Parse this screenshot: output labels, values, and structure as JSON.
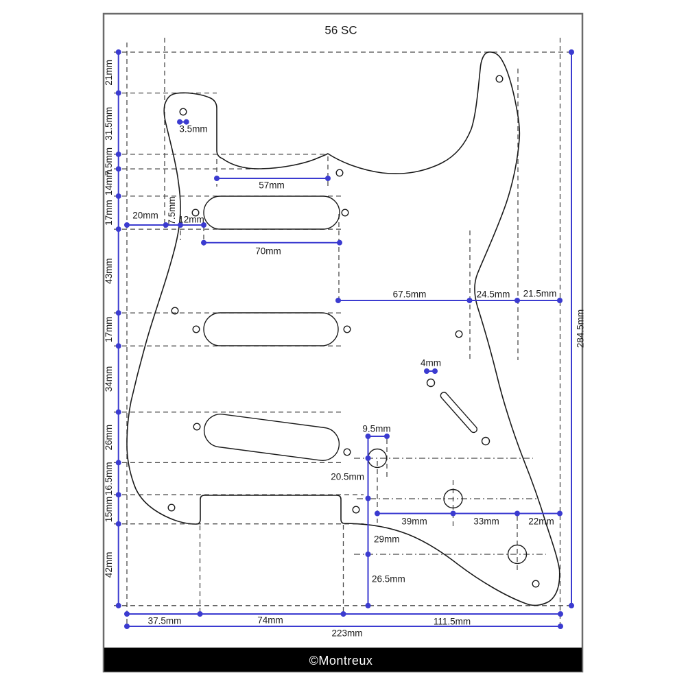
{
  "title": "56 SC",
  "footer": {
    "brand": "©Montreux"
  },
  "colors": {
    "dimension_blue": "#3b3bd0",
    "outline_black": "#1a1a1a",
    "dash_gray": "#4a4a4a",
    "frame_gray": "#6a6a6a",
    "footer_bg": "#000000",
    "footer_text": "#ffffff"
  },
  "dimensions": {
    "left_chain": [
      "21mm",
      "31.5mm",
      "7.5mm",
      "14mm",
      "17mm",
      "43mm",
      "17mm",
      "34mm",
      "26mm",
      "16.5mm",
      "15mm",
      "42mm"
    ],
    "total_height": "284.5mm",
    "tongue_hole": "3.5mm",
    "neck_pocket_width": "57mm",
    "edge_to_tongue": "20mm",
    "tongue_to_edge": "7.5mm",
    "edge_to_slot": "12mm",
    "pickup_slot_width": "70mm",
    "mid_chain": [
      "67.5mm",
      "24.5mm",
      "21.5mm"
    ],
    "switch_hole": "4mm",
    "pot_hole": "9.5mm",
    "pot_vertical_chain": [
      "20.5mm",
      "29mm",
      "26.5mm"
    ],
    "pot_horizontal_chain": [
      "39mm",
      "33mm",
      "22mm"
    ],
    "bottom_chain": [
      "37.5mm",
      "74mm",
      "111.5mm"
    ],
    "total_width": "223mm"
  }
}
